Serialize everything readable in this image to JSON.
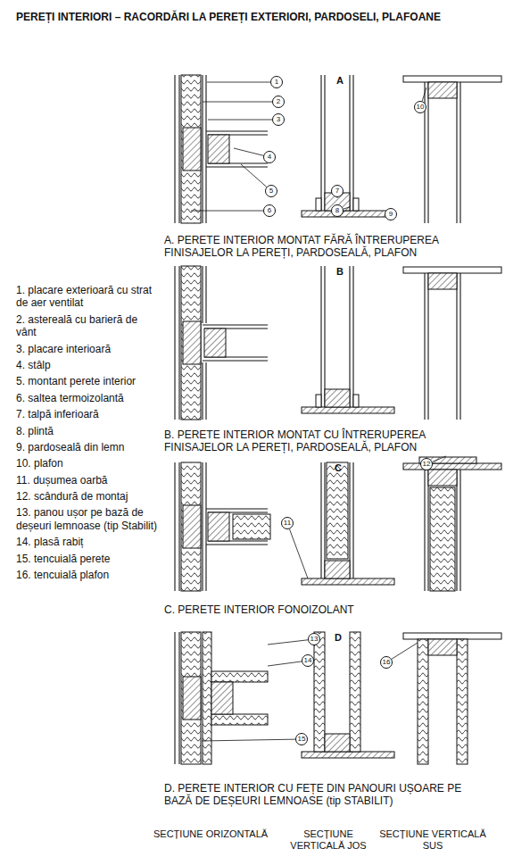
{
  "diagram": {
    "title": "PEREȚI INTERIORI  – RACORDĂRI LA PEREȚI EXTERIORI, PARDOSELI, PLAFOANE",
    "nodes": [
      {
        "text": [
          "1"
        ]
      },
      {
        "text": [
          "2"
        ]
      },
      {
        "text": [
          "3"
        ]
      },
      {
        "text": [
          "4"
        ]
      },
      {
        "text": [
          "5"
        ]
      },
      {
        "text": [
          "6"
        ]
      },
      {
        "text": [
          "7"
        ]
      },
      {
        "text": [
          "8"
        ]
      },
      {
        "text": [
          "9"
        ]
      },
      {
        "text": [
          "10"
        ]
      },
      {
        "text": [
          "11"
        ]
      },
      {
        "text": [
          "12"
        ]
      },
      {
        "text": [
          "13"
        ]
      },
      {
        "text": [
          "14"
        ]
      },
      {
        "text": [
          "15"
        ]
      },
      {
        "text": [
          "16"
        ]
      }
    ],
    "labels": [
      "A",
      "A. PERETE INTERIOR MONTAT FĂRĂ ÎNTRERUPEREA FINISAJELOR LA PEREȚI, PARDOSEALĂ, PLAFON",
      "B",
      "B. PERETE INTERIOR MONTAT CU ÎNTRERUPEREA FINISAJELOR LA PEREȚI, PARDOSEALĂ, PLAFON",
      "C",
      "C. PERETE INTERIOR FONOIZOLANT",
      "D",
      "D. PERETE INTERIOR CU FEȚE DIN PANOURI UȘOARE PE BAZĂ DE DEȘEURI LEMNOASE (tip STABILIT)",
      "1. placare exterioară cu strat de aer ventilat",
      "2. astereală cu barieră de vânt",
      "3. placare interioară",
      "4. stâlp",
      "5. montant perete interior",
      "6. saltea termoizolantă",
      "7. talpă inferioară",
      "8. plintă",
      "9. pardoseală din lemn",
      "10. plafon",
      "11. dușumea oarbă",
      "12. scândură de montaj",
      "13. panou ușor pe bază de deșeuri lemnoase (tip Stabilit)",
      "14. plasă rabiț",
      "15. tencuială perete",
      "16. tencuială plafon",
      "SECȚIUNE ORIZONTALĂ",
      "SECȚIUNE VERTICALĂ JOS",
      "SECȚIUNE VERTICALĂ SUS"
    ]
  }
}
